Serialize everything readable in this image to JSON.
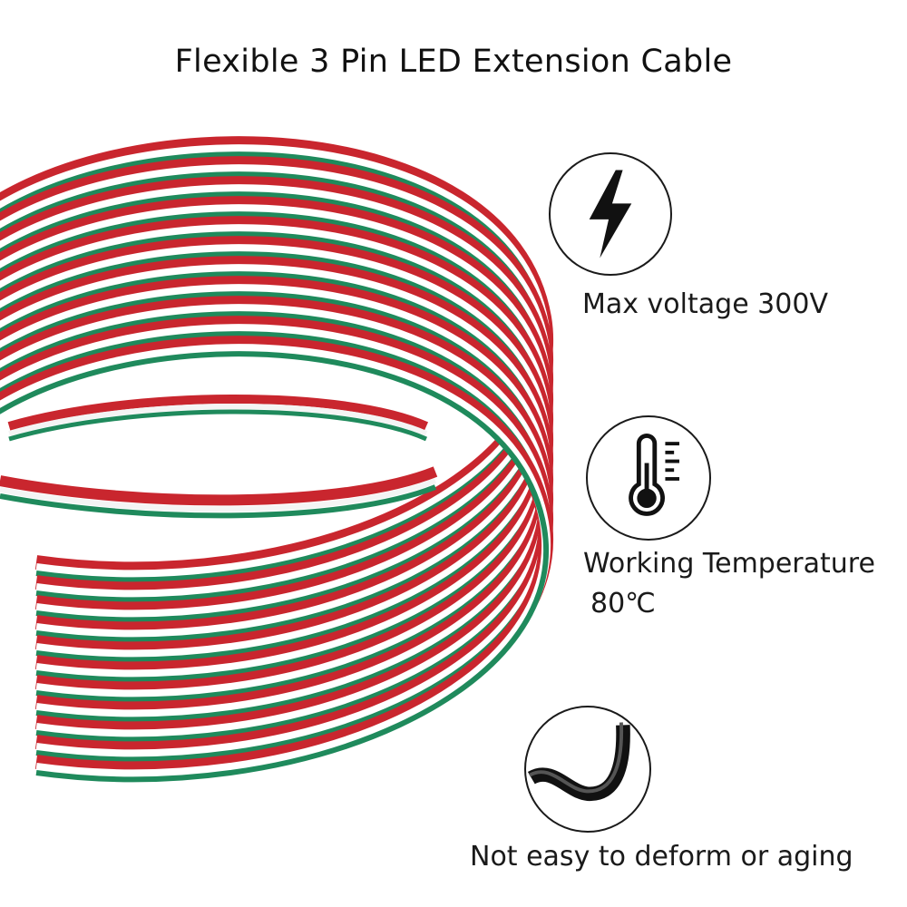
{
  "title": "Flexible 3 Pin LED Extension Cable",
  "colors": {
    "wire_red": "#e0323a",
    "wire_green": "#1f8a5c",
    "wire_white": "#f4f4f4"
  },
  "features": [
    {
      "icon": "lightning-bolt-icon",
      "label": "Max voltage 300V"
    },
    {
      "icon": "thermometer-icon",
      "label_line1": "Working Temperature",
      "label_line2": "80℃"
    },
    {
      "icon": "bent-cable-icon",
      "label": "Not easy to deform or aging"
    }
  ]
}
